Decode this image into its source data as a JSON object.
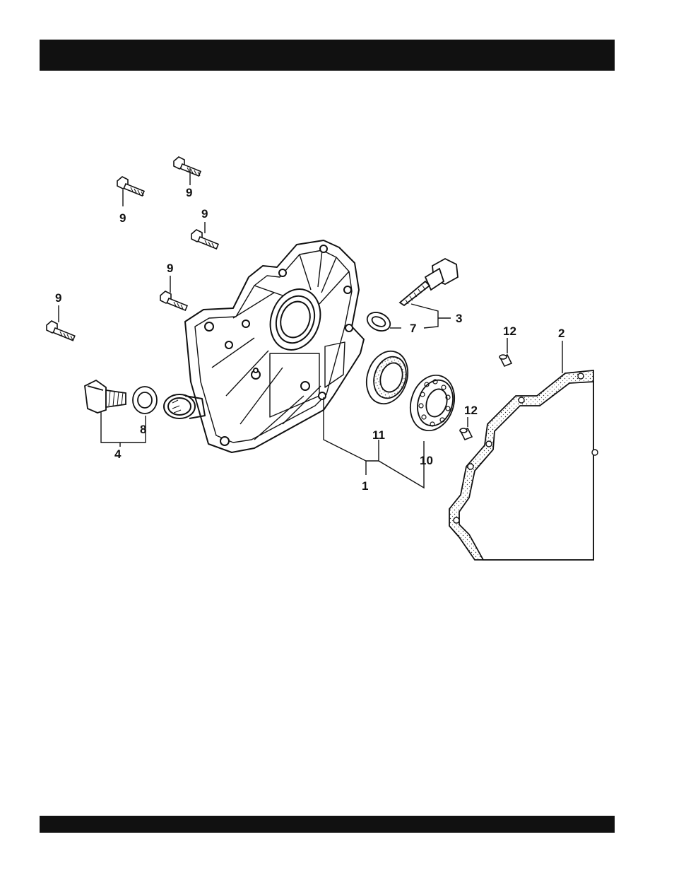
{
  "diagram": {
    "callouts": {
      "c1": "1",
      "c2": "2",
      "c3": "3",
      "c4": "4",
      "c7": "7",
      "c8": "8",
      "c9": "9",
      "c10": "10",
      "c11": "11",
      "c12": "12"
    }
  },
  "colors": {
    "bar": "#111111",
    "ink": "#111111"
  }
}
